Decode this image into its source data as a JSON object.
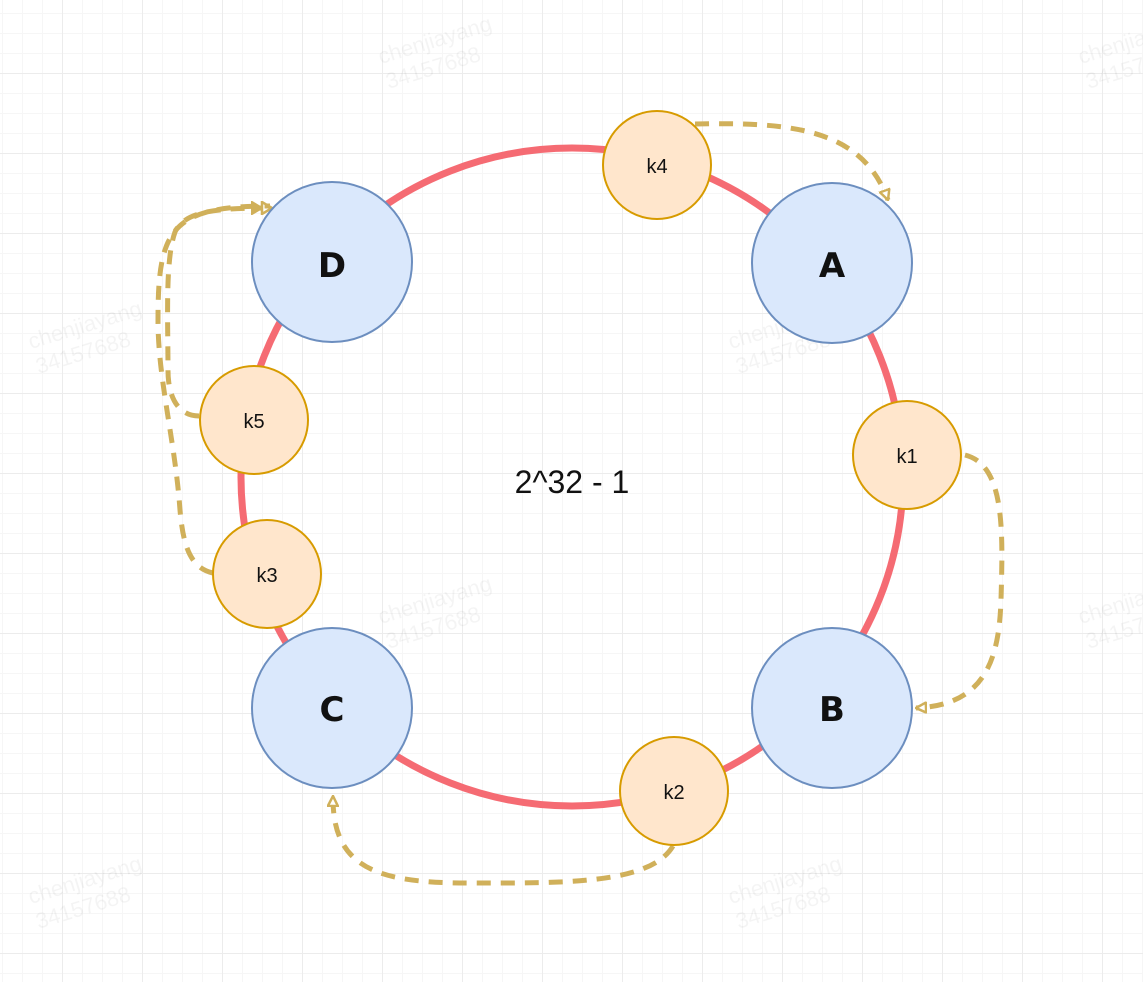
{
  "diagram": {
    "center_label": "2^32 - 1",
    "colors": {
      "ring": "#f56b73",
      "node_fill": "#dae8fc",
      "node_stroke": "#6c8ebf",
      "key_fill": "#ffe6cc",
      "key_stroke": "#d79b00",
      "arrow": "#d0b05a"
    },
    "nodes": [
      {
        "id": "A",
        "label": "A"
      },
      {
        "id": "B",
        "label": "B"
      },
      {
        "id": "C",
        "label": "C"
      },
      {
        "id": "D",
        "label": "D"
      }
    ],
    "keys": [
      {
        "id": "k1",
        "label": "k1",
        "maps_to": "B"
      },
      {
        "id": "k2",
        "label": "k2",
        "maps_to": "C"
      },
      {
        "id": "k3",
        "label": "k3",
        "maps_to": "D"
      },
      {
        "id": "k4",
        "label": "k4",
        "maps_to": "A"
      },
      {
        "id": "k5",
        "label": "k5",
        "maps_to": "D"
      }
    ]
  },
  "watermark": {
    "line1": "chenjiayang",
    "line2": "34157688"
  }
}
